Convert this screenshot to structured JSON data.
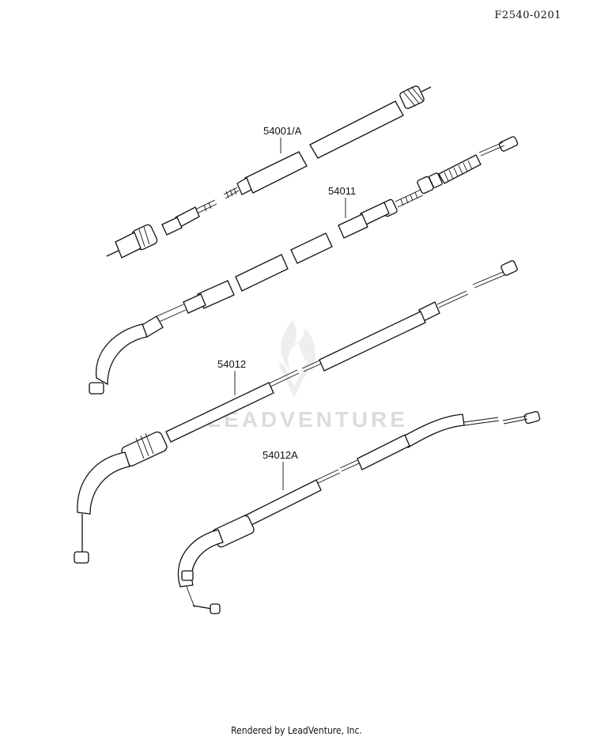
{
  "diagram_code": "F2540-0201",
  "watermark": {
    "text": "LEADVENTURE",
    "icon": "flame-logo-icon"
  },
  "footer": {
    "text": "Rendered by LeadVenture, Inc."
  },
  "parts": [
    {
      "id": "54001/A"
    },
    {
      "id": "54011"
    },
    {
      "id": "54012"
    },
    {
      "id": "54012A"
    }
  ]
}
